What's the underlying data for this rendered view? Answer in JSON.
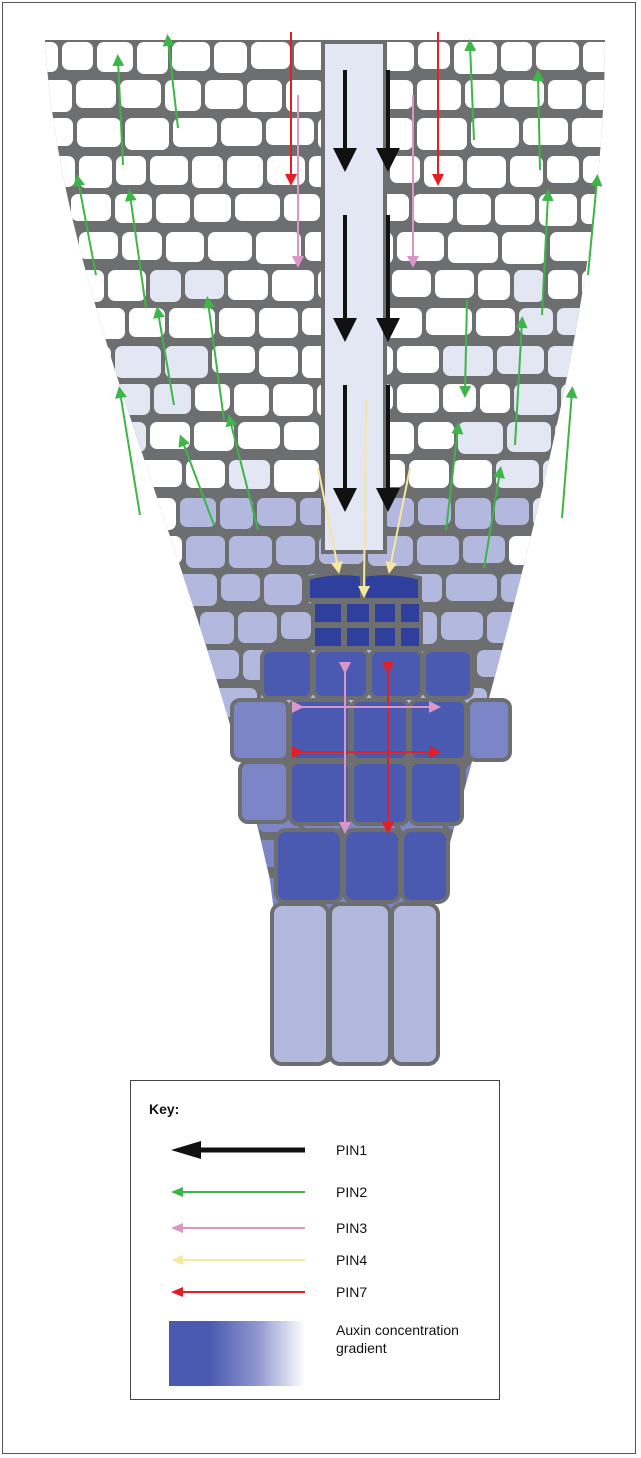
{
  "key": {
    "title": "Key:",
    "items": [
      {
        "label": "PIN1",
        "color": "#111111"
      },
      {
        "label": "PIN2",
        "color": "#3db549"
      },
      {
        "label": "PIN3",
        "color": "#d996c8"
      },
      {
        "label": "PIN4",
        "color": "#f6e6a0"
      },
      {
        "label": "PIN7",
        "color": "#e31e24"
      }
    ],
    "gradient_label": "Auxin concentration gradient",
    "gradient_colors": [
      "#4a5ab0",
      "#ffffff"
    ]
  },
  "colors": {
    "cell_wall": "#6d6e70",
    "cell_white": "#ffffff",
    "cell_pale": "#e3e6f3",
    "cell_light": "#b3b8df",
    "cell_mid": "#7c86c6",
    "cell_deep": "#4a5ab0",
    "cell_qc": "#2e3f9e"
  }
}
